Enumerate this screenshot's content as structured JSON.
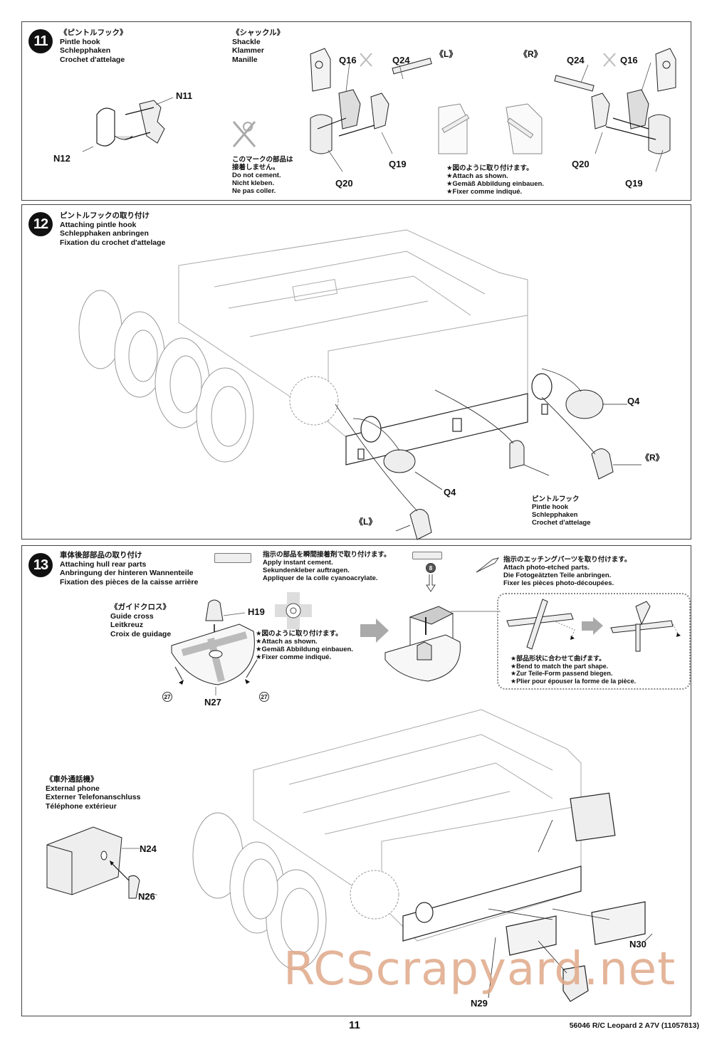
{
  "page": {
    "number": "11",
    "product_code": "56046 R/C Leopard 2 A7V (11057813)",
    "watermark": "RCScrapyard.net",
    "watermark_color": "#e0a989"
  },
  "step11": {
    "number": "11",
    "title_jp": "《ピントルフック》",
    "title_en": "Pintle hook",
    "title_de": "Schlepphaken",
    "title_fr": "Crochet d'attelage",
    "shackle_jp": "《シャックル》",
    "shackle_en": "Shackle",
    "shackle_de": "Klammer",
    "shackle_fr": "Manille",
    "no_cement_jp1": "このマークの部品は",
    "no_cement_jp2": "接着しません。",
    "no_cement_en": "Do not cement.",
    "no_cement_de": "Nicht kleben.",
    "no_cement_fr": "Ne pas coller.",
    "attach_jp": "★図のように取り付けます。",
    "attach_en": "★Attach as shown.",
    "attach_de": "★Gemäß Abbildung einbauen.",
    "attach_fr": "★Fixer comme indiqué.",
    "left_label": "《L》",
    "right_label": "《R》",
    "parts": {
      "n11": "N11",
      "n12": "N12",
      "q16_l": "Q16",
      "q24_l": "Q24",
      "q19_l": "Q19",
      "q20_l": "Q20",
      "q24_r": "Q24",
      "q16_r": "Q16",
      "q20_r": "Q20",
      "q19_r": "Q19"
    }
  },
  "step12": {
    "number": "12",
    "title_jp": "ピントルフックの取り付け",
    "title_en": "Attaching pintle hook",
    "title_de": "Schlepphaken anbringen",
    "title_fr": "Fixation du crochet d'attelage",
    "parts": {
      "q4_right": "Q4",
      "q4_left": "Q4",
      "r_label": "《R》",
      "l_label": "《L》"
    },
    "hook_jp": "ピントルフック",
    "hook_en": "Pintle hook",
    "hook_de": "Schlepphaken",
    "hook_fr": "Crochet d'attelage"
  },
  "step13": {
    "number": "13",
    "title_jp": "車体後部部品の取り付け",
    "title_en": "Attaching hull rear parts",
    "title_de": "Anbringung der hinteren Wannenteile",
    "title_fr": "Fixation des pièces de la caisse arrière",
    "cement_jp": "指示の部品を瞬間接着剤で取り付けます。",
    "cement_en": "Apply instant cement.",
    "cement_de": "Sekundenkleber auftragen.",
    "cement_fr": "Appliquer de la colle cyanoacrylate.",
    "etched_jp": "指示のエッチングパーツを取り付けます。",
    "etched_en": "Attach photo-etched parts.",
    "etched_de": "Die Fotogeätzten Teile anbringen.",
    "etched_fr": "Fixer les pièces photo-découpées.",
    "etched_part_number": "8",
    "guide_jp": "《ガイドクロス》",
    "guide_en": "Guide cross",
    "guide_de": "Leitkreuz",
    "guide_fr": "Croix de guidage",
    "attach_jp": "★図のように取り付けます。",
    "attach_en": "★Attach as shown.",
    "attach_de": "★Gemäß Abbildung einbauen.",
    "attach_fr": "★Fixer comme indiqué.",
    "bend_jp": "★部品形状に合わせて曲げます。",
    "bend_en": "★Bend to match the part shape.",
    "bend_de": "★Zur Teile-Form passend biegen.",
    "bend_fr": "★Plier pour épouser la forme de la pièce.",
    "phone_jp": "《車外通話機》",
    "phone_en": "External phone",
    "phone_de": "Externer Telefonanschluss",
    "phone_fr": "Téléphone extérieur",
    "screw_ref_left": "27",
    "screw_ref_right": "27",
    "parts": {
      "h19": "H19",
      "n27": "N27",
      "n24": "N24",
      "n26": "N26",
      "n29": "N29",
      "n30": "N30"
    }
  }
}
